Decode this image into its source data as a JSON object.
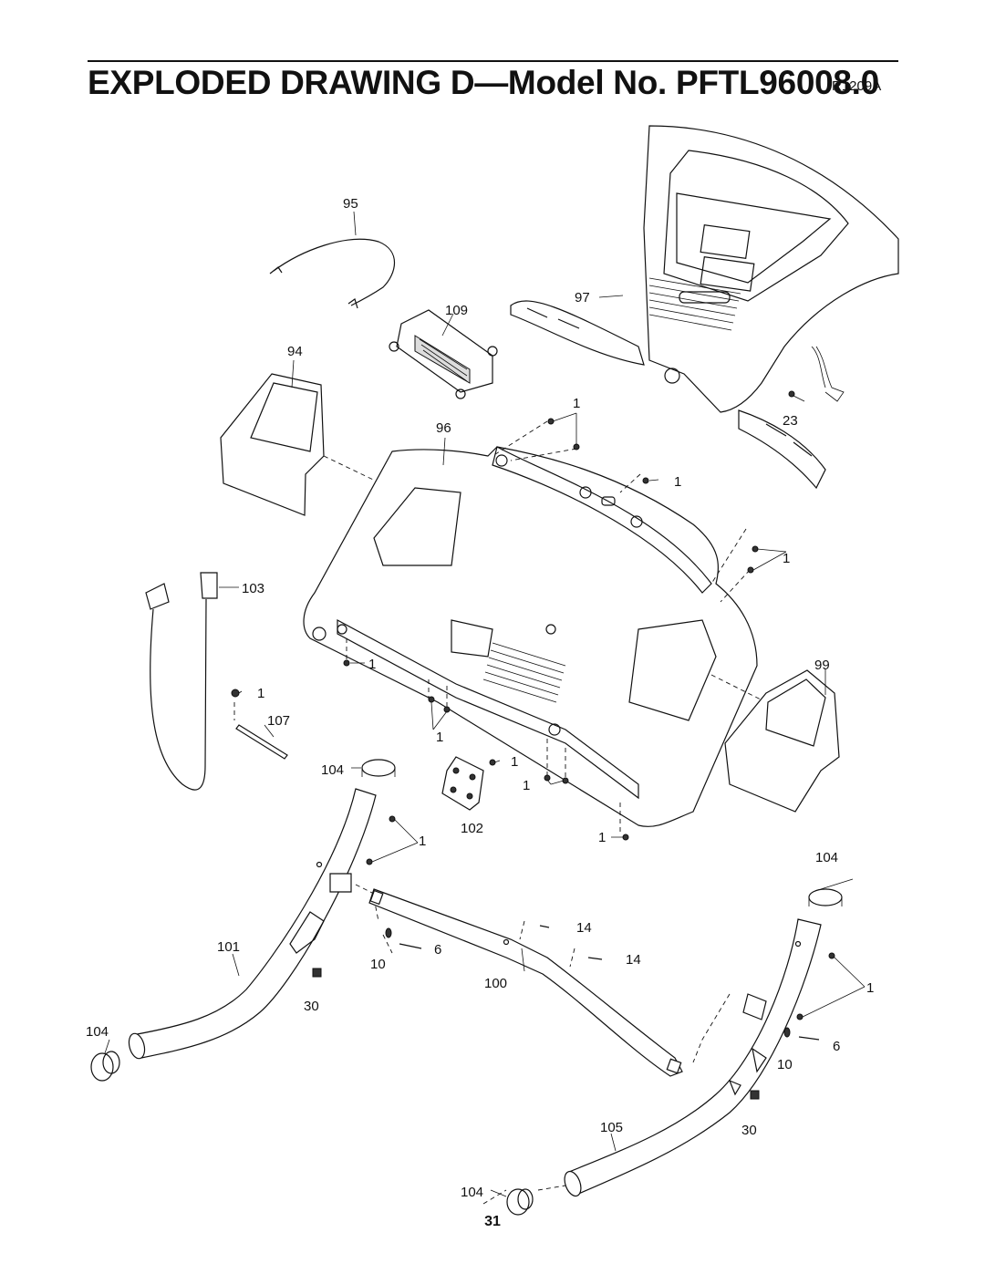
{
  "header": {
    "title": "EXPLODED DRAWING D—Model No. PFTL96008.0",
    "code": "R1209A"
  },
  "footer": {
    "page_number": "31"
  },
  "callouts": {
    "c95": "95",
    "c97": "97",
    "c109": "109",
    "c94": "94",
    "c96": "96",
    "c23": "23",
    "c103": "103",
    "c99": "99",
    "c107": "107",
    "c104a": "104",
    "c102": "102",
    "c104b": "104",
    "c101": "101",
    "c100": "100",
    "c104c": "104",
    "c105": "105",
    "c104d": "104",
    "c14a": "14",
    "c14b": "14",
    "c6a": "6",
    "c6b": "6",
    "c10a": "10",
    "c10b": "10",
    "c30a": "30",
    "c30b": "30",
    "c1_top": "1",
    "c1_right1": "1",
    "c1_right2": "1",
    "c1_left": "1",
    "c1_knob": "1",
    "c1_mid": "1",
    "c1_bracket": "1",
    "c1_lower": "1",
    "c1_frontleft": "1",
    "c1_bottom": "1",
    "c1_uprightright": "1"
  }
}
